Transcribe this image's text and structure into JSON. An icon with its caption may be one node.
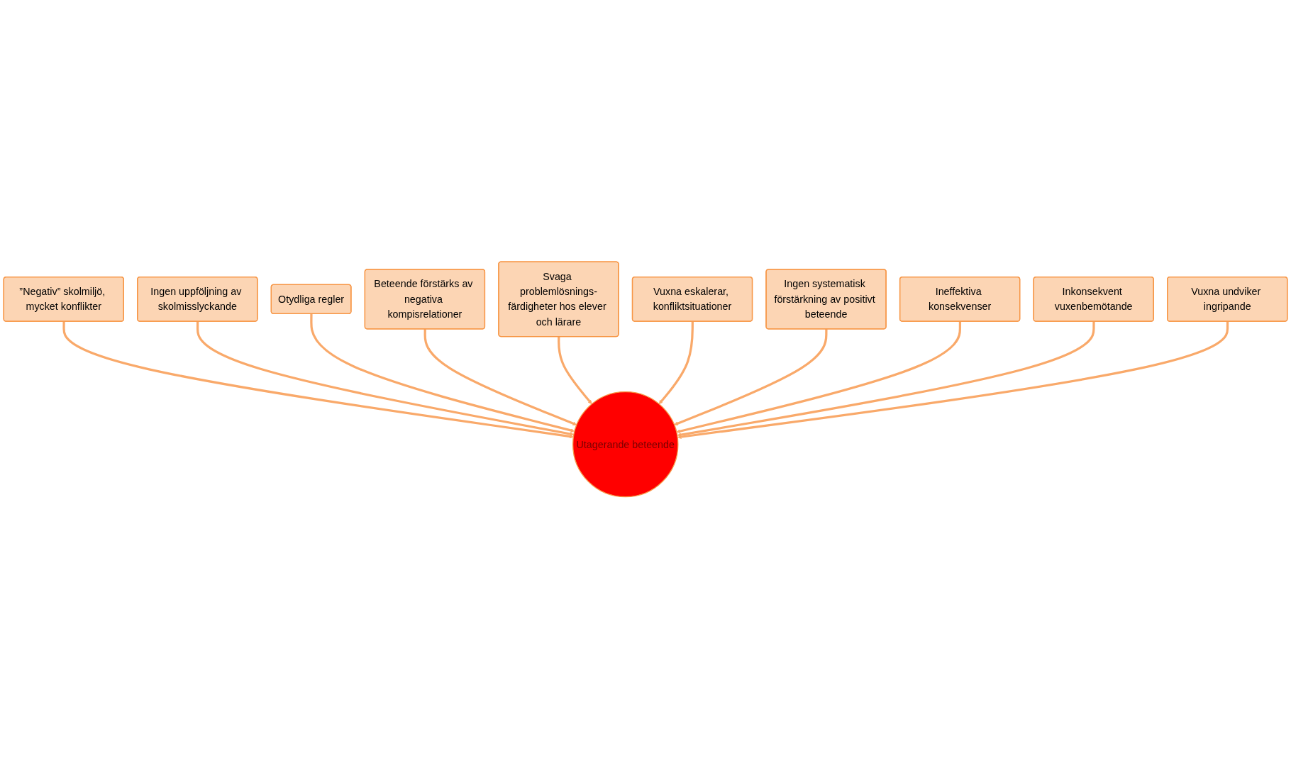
{
  "diagram": {
    "nodes": [
      {
        "text": [
          "”Negativ” skolmiljö, mycket konflikter"
        ]
      },
      {
        "text": [
          "Ingen uppföljning av skolmisslyckande"
        ]
      },
      {
        "text": [
          "Otydliga regler"
        ]
      },
      {
        "text": [
          "Beteende förstärks av negativa kompisrelationer"
        ]
      },
      {
        "text": [
          "Svaga problemlösnings-färdigheter hos elever och lärare"
        ]
      },
      {
        "text": [
          "Vuxna eskalerar, konfliktsituationer"
        ]
      },
      {
        "text": [
          "Ingen systematisk förstärkning av positivt beteende"
        ]
      },
      {
        "text": [
          "Ineffektiva konsekvenser"
        ]
      },
      {
        "text": [
          "Utagerande beteende"
        ]
      },
      {
        "text": [
          "Inkonsekvent vuxenbemötande"
        ]
      },
      {
        "text": [
          "Vuxna undviker ingripande"
        ]
      }
    ],
    "edges": [
      {
        "from": 0,
        "to": 8,
        "arrow": "to"
      },
      {
        "from": 1,
        "to": 8,
        "arrow": "to"
      },
      {
        "from": 2,
        "to": 8,
        "arrow": "to"
      },
      {
        "from": 3,
        "to": 8,
        "arrow": "to"
      },
      {
        "from": 4,
        "to": 8,
        "arrow": "to"
      },
      {
        "from": 5,
        "to": 8,
        "arrow": "to"
      },
      {
        "from": 6,
        "to": 8,
        "arrow": "to"
      },
      {
        "from": 7,
        "to": 8,
        "arrow": "to"
      },
      {
        "from": 9,
        "to": 8,
        "arrow": "to"
      },
      {
        "from": 10,
        "to": 8,
        "arrow": "to"
      }
    ]
  }
}
